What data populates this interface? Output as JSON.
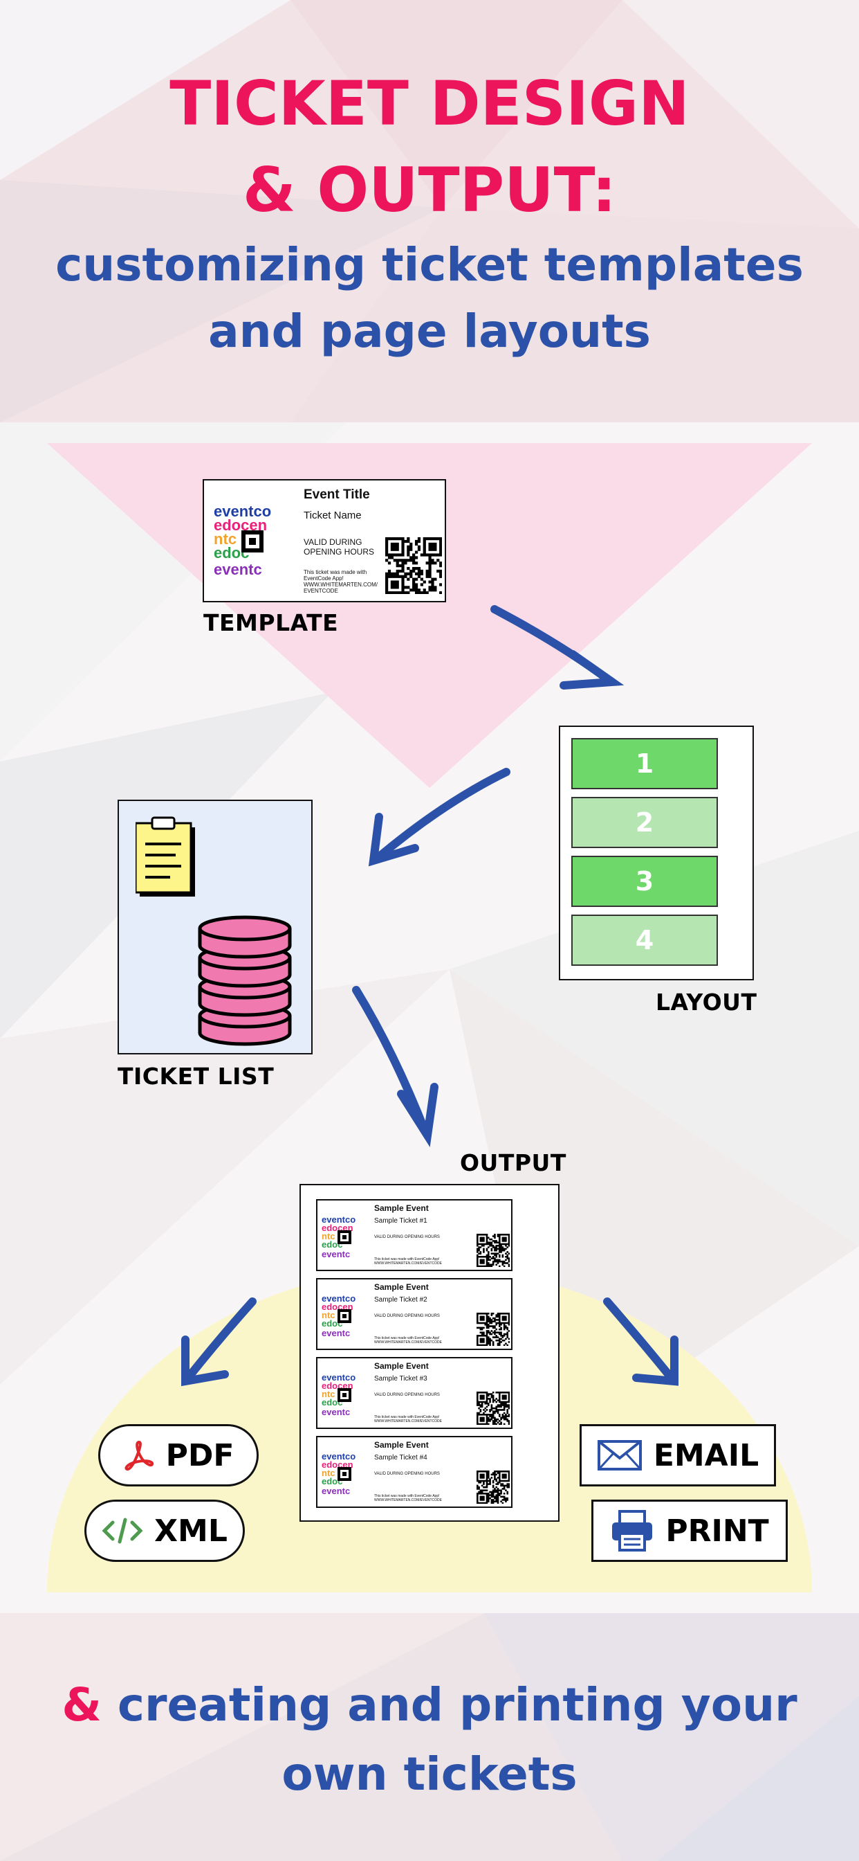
{
  "header": {
    "line1": "TICKET DESIGN",
    "line2": "& OUTPUT:",
    "line3": "customizing ticket templates",
    "line4": "and page layouts"
  },
  "template": {
    "label": "TEMPLATE",
    "ticket": {
      "title": "Event Title",
      "name": "Ticket Name",
      "valid_1": "VALID DURING",
      "valid_2": "OPENING HOURS",
      "foot_1": "This ticket was made with",
      "foot_2": "EventCode App!",
      "foot_3": "WWW.WHITEMARTEN.COM/",
      "foot_4": "EVENTCODE"
    }
  },
  "layout": {
    "label": "LAYOUT",
    "slots": [
      "1",
      "2",
      "3",
      "4"
    ]
  },
  "ticket_list": {
    "label": "TICKET LIST"
  },
  "output": {
    "label": "OUTPUT",
    "tickets": [
      {
        "title": "Sample Event",
        "name": "Sample Ticket #1",
        "valid": "VALID DURING OPENING HOURS",
        "foot_1": "This ticket was made with EventCode App!",
        "foot_2": "WWW.WHITEMARTEN.COM/EVENTCODE"
      },
      {
        "title": "Sample Event",
        "name": "Sample Ticket #2",
        "valid": "VALID DURING OPENING HOURS",
        "foot_1": "This ticket was made with EventCode App!",
        "foot_2": "WWW.WHITEMARTEN.COM/EVENTCODE"
      },
      {
        "title": "Sample Event",
        "name": "Sample Ticket #3",
        "valid": "VALID DURING OPENING HOURS",
        "foot_1": "This ticket was made with EventCode App!",
        "foot_2": "WWW.WHITEMARTEN.COM/EVENTCODE"
      },
      {
        "title": "Sample Event",
        "name": "Sample Ticket #4",
        "valid": "VALID DURING OPENING HOURS",
        "foot_1": "This ticket was made with EventCode App!",
        "foot_2": "WWW.WHITEMARTEN.COM/EVENTCODE"
      }
    ]
  },
  "formats": {
    "pdf": "PDF",
    "xml": "XML",
    "email": "EMAIL",
    "print": "PRINT"
  },
  "footer": {
    "amp": "&",
    "line1": "creating and printing your",
    "line2": "own tickets"
  },
  "colors": {
    "pink": "#ec155c",
    "blue": "#2b52a8",
    "slot_dark": "#6fd86b",
    "slot_light": "#b5e6b2",
    "triangle": "#fadbe8",
    "dome": "#fbf6c9",
    "ticket_list_bg": "#e6edfa"
  },
  "icons": {
    "pdf": "acrobat-icon",
    "xml": "code-icon",
    "email": "envelope-icon",
    "print": "printer-icon",
    "clipboard": "clipboard-icon",
    "database": "database-icon"
  }
}
